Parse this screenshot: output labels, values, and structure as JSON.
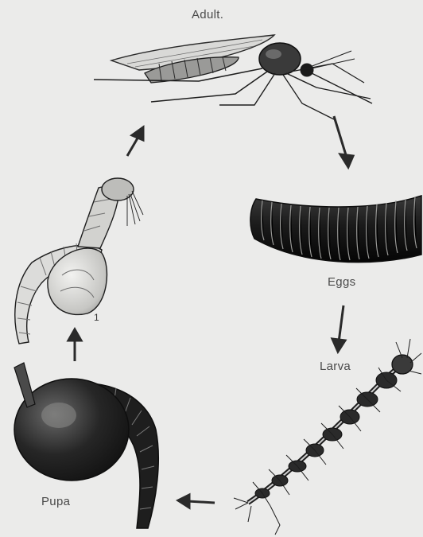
{
  "stages": {
    "adult": "Adult.",
    "eggs": "Eggs",
    "larva": "Larva",
    "pupa": "Pupa",
    "mark": "1"
  },
  "colors": {
    "background": "#ebebea",
    "ink": "#1e1e1e",
    "mid": "#6d6d6d",
    "light": "#cfcfcf"
  }
}
